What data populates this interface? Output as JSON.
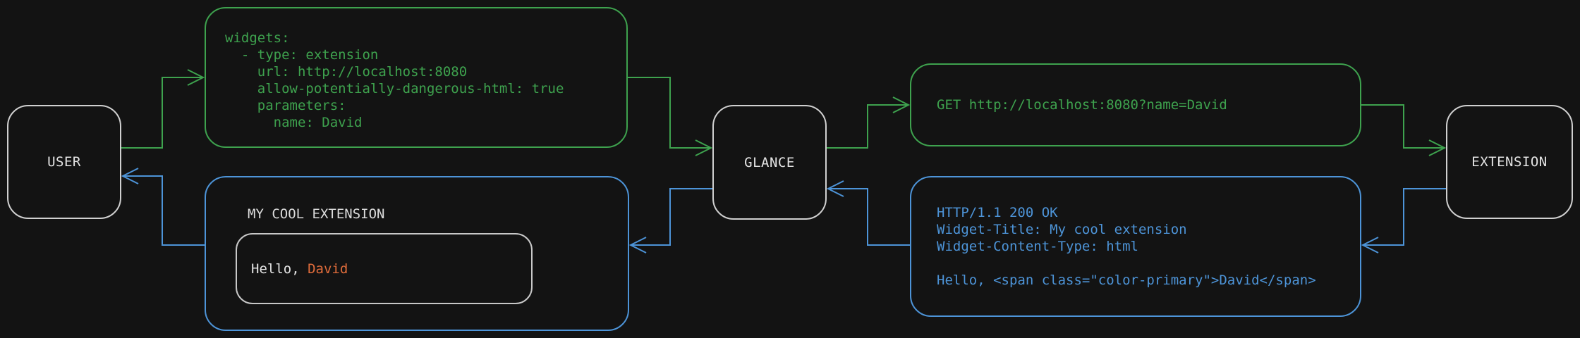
{
  "diagram": {
    "nodes": {
      "user": "USER",
      "glance": "GLANCE",
      "extension": "EXTENSION"
    },
    "config_box": {
      "lines": [
        "widgets:",
        "  - type: extension",
        "    url: http://localhost:8080",
        "    allow-potentially-dangerous-html: true",
        "    parameters:",
        "      name: David"
      ]
    },
    "request_box": {
      "text": "GET http://localhost:8080?name=David"
    },
    "response_box": {
      "lines": [
        "HTTP/1.1 200 OK",
        "Widget-Title: My cool extension",
        "Widget-Content-Type: html",
        "",
        "Hello, <span class=\"color-primary\">David</span>"
      ]
    },
    "widget_preview": {
      "title": "MY COOL EXTENSION",
      "greeting_prefix": "Hello, ",
      "greeting_name": "David"
    },
    "colors": {
      "request_green": "#3ea24e",
      "response_blue": "#4d94d8",
      "accent_orange": "#e06c3b",
      "node_border": "#d0d0d0",
      "background": "#131313"
    }
  }
}
